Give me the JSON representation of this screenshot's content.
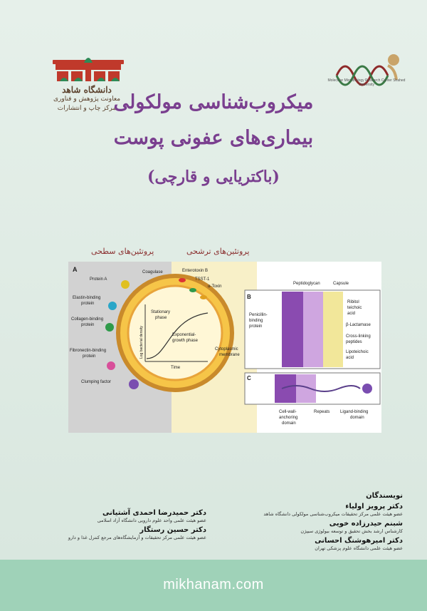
{
  "title": {
    "line1": "میکروب‌شناسی مولکولی",
    "line2": "بیماری‌های عفونی پوست",
    "line3": "(باکتریایی و قارچی)"
  },
  "publisher": {
    "name": "دانشگاه شاهد",
    "line2": "معاونت پژوهش و فناوری",
    "line3": "مرکز چاپ و انتشارات"
  },
  "research_center": {
    "caption": "Molecular Microbiology Research Center Shahed University"
  },
  "figure": {
    "label_surface": "پروتئین‌های سطحی",
    "label_secreted": "پروتئین‌های ترشحی",
    "panel_a": "A",
    "panel_b": "B",
    "panel_c": "C",
    "protein_a": "Protein A",
    "coagulase": "Coagulase",
    "enterotoxin": "Enterotoxin B",
    "tsst": "TSST-1",
    "atoxin": "α-Toxin",
    "elastin_1": "Elastin-binding",
    "elastin_2": "protein",
    "collagen_1": "Collagen-binding",
    "collagen_2": "protein",
    "fibronectin_1": "Fibronectin-binding",
    "fibronectin_2": "protein",
    "stationary_1": "Stationary",
    "stationary_2": "phase",
    "exponential_1": "Exponential-",
    "exponential_2": "growth phase",
    "ylabel": "Log bacterial density",
    "xlabel": "Time",
    "cytoplasmic_1": "Cytoplasmic",
    "cytoplasmic_2": "membrane",
    "clumping": "Clumping factor",
    "peptidoglycan": "Peptidoglycan",
    "capsule": "Capsule",
    "penicillin_1": "Penicillin-",
    "penicillin_2": "binding",
    "penicillin_3": "protein",
    "ribitol_1": "Ribitol",
    "ribitol_2": "teichoic",
    "ribitol_3": "acid",
    "lactamase": "β-Lactamase",
    "crosslink_1": "Cross-linking",
    "crosslink_2": "peptides",
    "lipo_1": "Lipoteichoic",
    "lipo_2": "acid",
    "cellwall_1": "Cell-wall-",
    "cellwall_2": "anchoring",
    "cellwall_3": "domain",
    "repeats": "Repeats",
    "ligand_1": "Ligand-binding",
    "ligand_2": "domain"
  },
  "authors": {
    "heading": "نویسندگان",
    "list": [
      {
        "name": "دکتر پرویز اولیاء",
        "aff": "عضو هیئت علمی مرکز تحقیقات میکروب‌شناسی مولکولی دانشگاه شاهد"
      },
      {
        "name": "شبنم حیدرزاده خویی",
        "aff": "کارشناس ارشد بخش تحقیق و توسعه بیولوژی سیپژن"
      },
      {
        "name": "دکتر امیرهوشنگ احسانی",
        "aff": "عضو هیئت علمی دانشگاه علوم پزشکی تهران"
      },
      {
        "name": "دکتر حمیدرضا احمدی آشتیانی",
        "aff": "عضو هیئت علمی واحد علوم دارویی دانشگاه آزاد اسلامی"
      },
      {
        "name": "دکتر حسین رستگار",
        "aff": "عضو هیئت علمی مرکز تحقیقات و آزمایشگاه‌های مرجع کنترل غذا و دارو"
      }
    ]
  },
  "footer": {
    "site": "mikhanam.com"
  }
}
